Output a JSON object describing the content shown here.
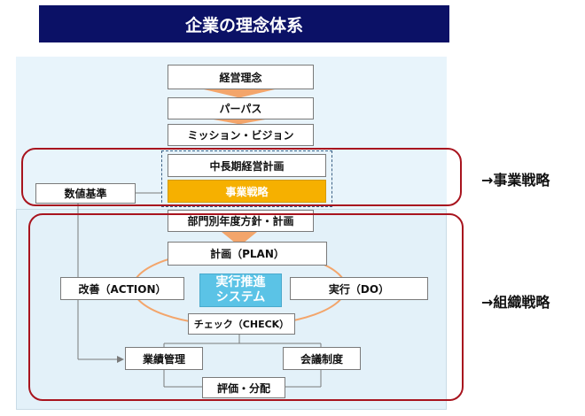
{
  "title": "企業の理念体系",
  "nodes": {
    "keiei_rinen": "経営理念",
    "purpose": "パーパス",
    "mission_vision": "ミッション・ビジョン",
    "chuchoki": "中長期経営計画",
    "jigyo_senryaku": "事業戦略",
    "bumon": "部門別年度方針・計画",
    "plan": "計画（PLAN）",
    "action": "改善（ACTION）",
    "core": "実行推進\nシステム",
    "do": "実行（DO）",
    "check": "チェック（CHECK）",
    "suchi_kijun": "数値基準",
    "gyoseki": "業績管理",
    "kaigi": "会議制度",
    "hyoka": "評価・分配"
  },
  "labels": {
    "business_strategy": "→事業戦略",
    "organization_strategy": "→組織戦略"
  },
  "colors": {
    "title_bg": "#0b1166",
    "highlight": "#f6b000",
    "core": "#5bc3e6",
    "frame": "#a8141e",
    "funnel": "#f3a56b"
  }
}
